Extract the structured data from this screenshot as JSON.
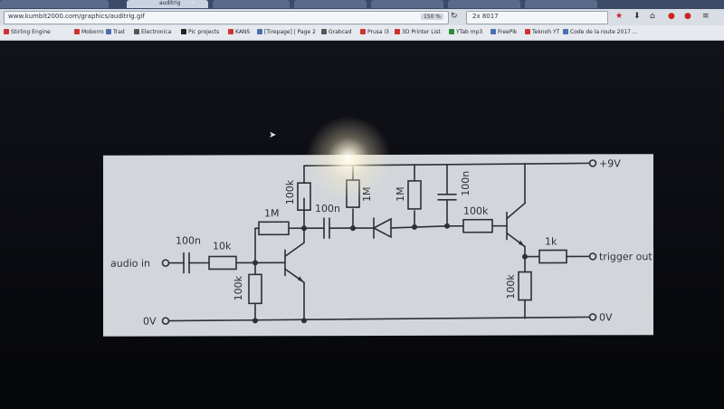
{
  "browser": {
    "tabs": [
      {
        "label": "auditrig"
      }
    ],
    "address": "www.kumbit2000.com/graphics/auditrig.gif",
    "zoom": "150 %",
    "search": "2x 8017"
  },
  "bookmarks": [
    {
      "label": "Stirling Engine",
      "color": "#c33"
    },
    {
      "label": "Moborro",
      "color": "#c33"
    },
    {
      "label": "Trad",
      "color": "#4a6fb0"
    },
    {
      "label": "Electronica",
      "color": "#555"
    },
    {
      "label": "Pic projects",
      "color": "#222"
    },
    {
      "label": "KANS",
      "color": "#c33"
    },
    {
      "label": "[Tirepage] | Page 2",
      "color": "#4a6fb0"
    },
    {
      "label": "Grabcad",
      "color": "#555"
    },
    {
      "label": "Prusa i3",
      "color": "#c33"
    },
    {
      "label": "3D Printer List",
      "color": "#c33"
    },
    {
      "label": "YTab mp3",
      "color": "#2a8a3a"
    },
    {
      "label": "FreePik",
      "color": "#4a6fb0"
    },
    {
      "label": "Teknoh YT",
      "color": "#c33"
    },
    {
      "label": "Code de la route 2017 ...",
      "color": "#4a6fb0"
    }
  ],
  "schematic": {
    "input_label": "audio in",
    "ground_label": "0V",
    "ground_out_label": "0V",
    "supply_label": "+9V",
    "output_label": "trigger out",
    "c_in": "100n",
    "r_in": "10k",
    "r_bias": "1M",
    "r_base_gnd": "100k",
    "r_collector": "100k",
    "c_couple": "100n",
    "r_top1": "1M",
    "r_top2": "1M",
    "c_filter": "100n",
    "r_base2": "100k",
    "r_out": "1k",
    "r_emitter": "100k"
  }
}
